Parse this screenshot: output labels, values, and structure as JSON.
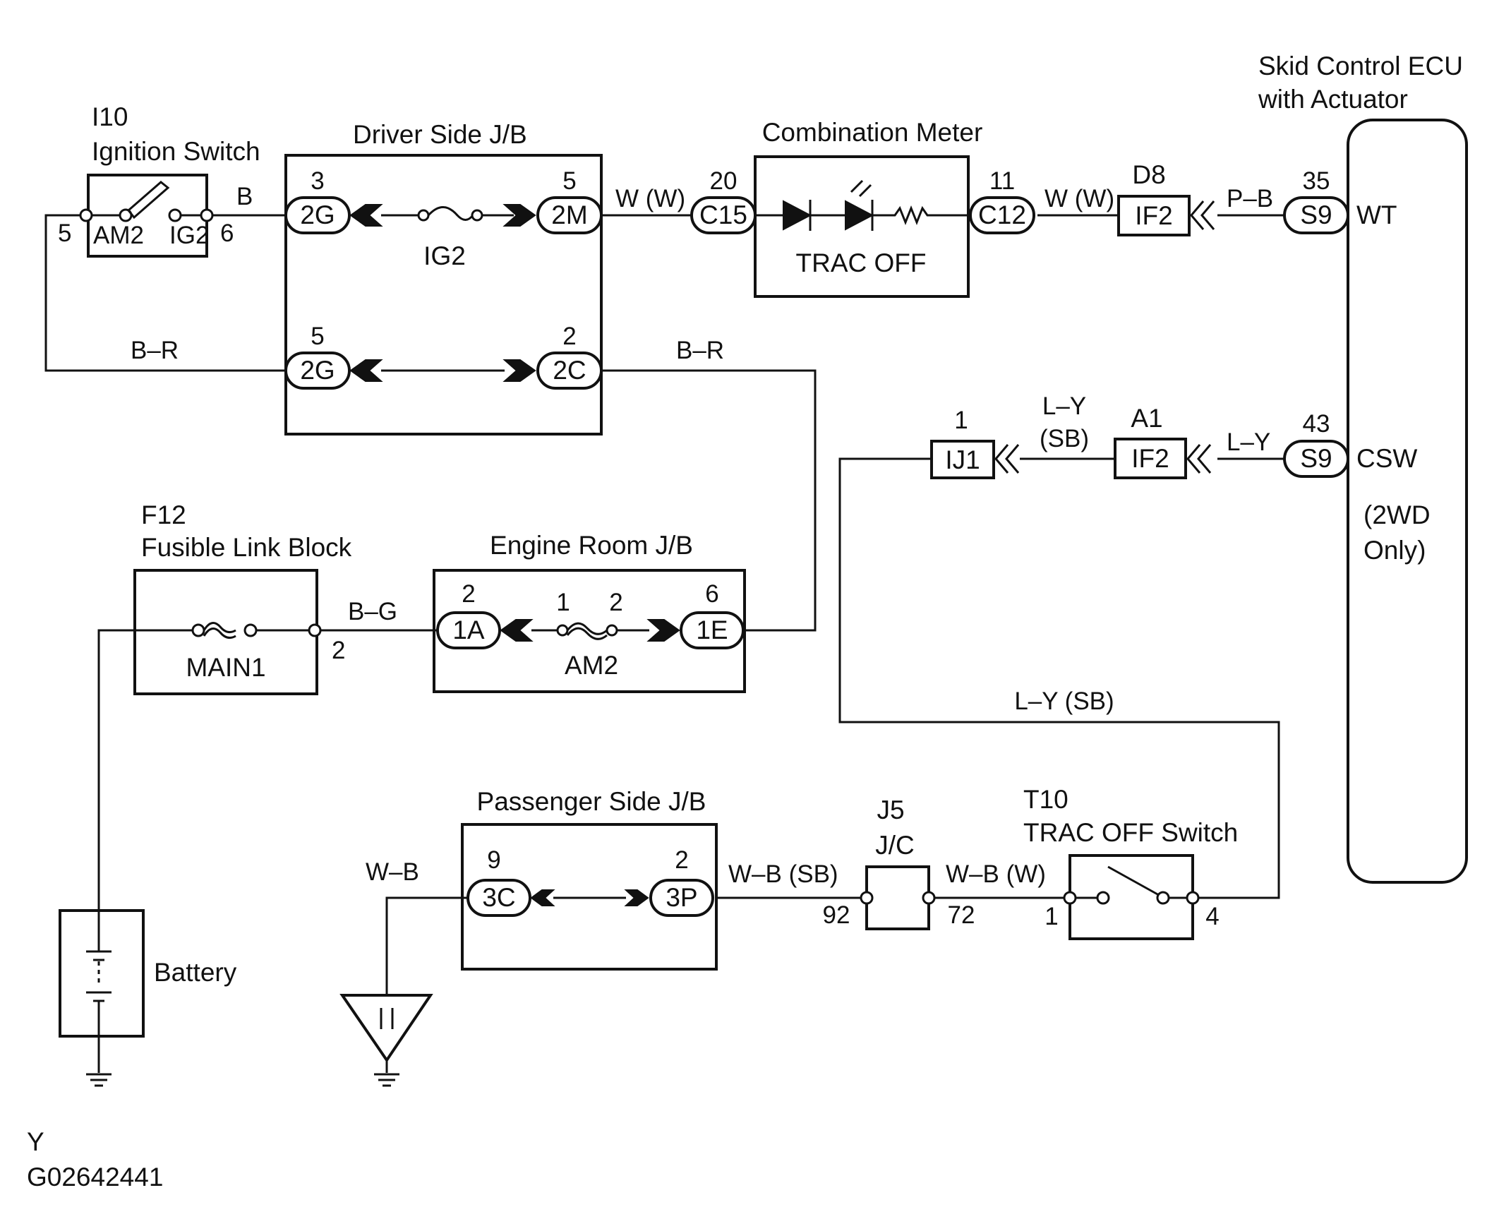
{
  "components": {
    "ignition_switch": {
      "code": "I10",
      "name": "Ignition Switch",
      "left_terminal": "AM2",
      "right_terminal": "IG2",
      "pin_left": "5",
      "pin_right": "6"
    },
    "driver_jb": {
      "name": "Driver Side J/B",
      "fuse": "IG2"
    },
    "combination_meter": {
      "name": "Combination Meter",
      "lamp": "TRAC OFF"
    },
    "skid_ecu": {
      "name_line1": "Skid Control ECU",
      "name_line2": "with Actuator",
      "term_wt": "WT",
      "term_csw": "CSW",
      "note_line1": "(2WD",
      "note_line2": "Only)"
    },
    "fusible_link": {
      "code": "F12",
      "name": "Fusible Link Block",
      "fuse": "MAIN1",
      "pin": "2"
    },
    "engine_jb": {
      "name": "Engine Room J/B",
      "fuse": "AM2",
      "fuse_pin_left": "1",
      "fuse_pin_right": "2"
    },
    "passenger_jb": {
      "name": "Passenger Side J/B"
    },
    "junction": {
      "code": "J5",
      "name": "J/C",
      "pin_left": "92",
      "pin_right": "72"
    },
    "trac_switch": {
      "code": "T10",
      "name": "TRAC OFF Switch",
      "pin_left": "1",
      "pin_right": "4"
    },
    "battery": {
      "name": "Battery"
    }
  },
  "connectors": {
    "c2g_top": {
      "label": "2G",
      "pin": "3"
    },
    "c2m": {
      "label": "2M",
      "pin": "5"
    },
    "c2g_bot": {
      "label": "2G",
      "pin": "5"
    },
    "c2c": {
      "label": "2C",
      "pin": "2"
    },
    "c15": {
      "label": "C15",
      "pin": "20"
    },
    "c12": {
      "label": "C12",
      "pin": "11"
    },
    "d8": {
      "label": "IF2",
      "code": "D8"
    },
    "s9_wt": {
      "label": "S9",
      "pin": "35"
    },
    "ij1": {
      "label": "IJ1",
      "pin": "1"
    },
    "a1": {
      "label": "IF2",
      "code": "A1"
    },
    "s9_csw": {
      "label": "S9",
      "pin": "43"
    },
    "c1a": {
      "label": "1A",
      "pin": "2"
    },
    "c1e": {
      "label": "1E",
      "pin": "6"
    },
    "c3c": {
      "label": "3C",
      "pin": "9"
    },
    "c3p": {
      "label": "3P",
      "pin": "2"
    }
  },
  "wires": {
    "b": "B",
    "br_left": "B–R",
    "br_right": "B–R",
    "ww_1": "W (W)",
    "ww_2": "W (W)",
    "pb": "P–B",
    "ly_sb_1": "L–Y",
    "ly_sb_2": "(SB)",
    "ly": "L–Y",
    "ly_sb_long": "L–Y (SB)",
    "bg": "B–G",
    "wb": "W–B",
    "wb_sb": "W–B (SB)",
    "wb_w": "W–B (W)"
  },
  "footer": {
    "mark": "Y",
    "code": "G02642441"
  }
}
